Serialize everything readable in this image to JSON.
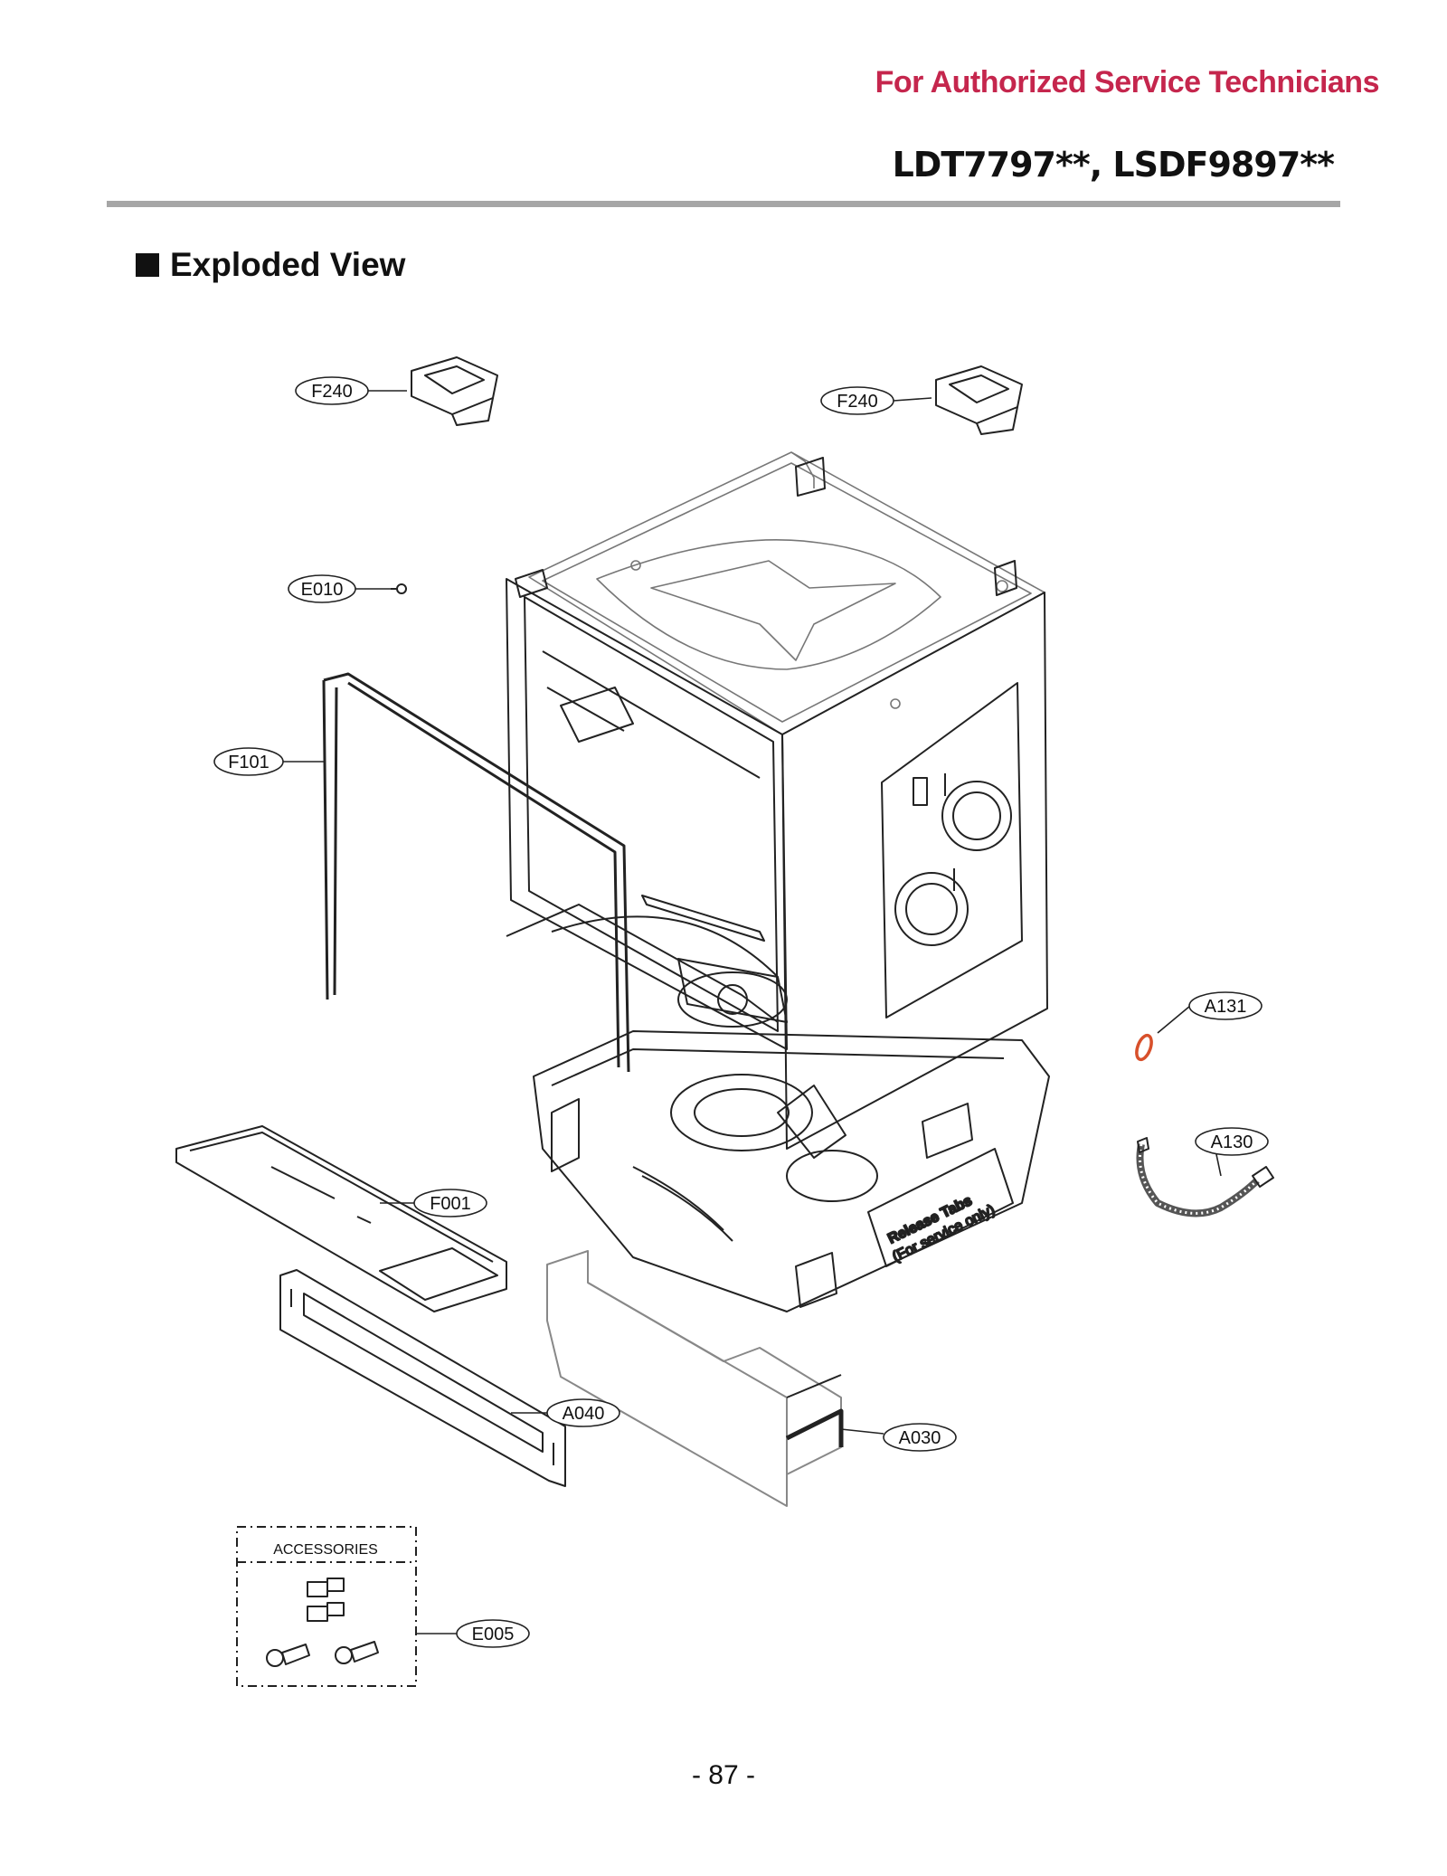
{
  "header": {
    "audience_note": "For Authorized Service Technicians",
    "model_numbers": "LDT7797**, LSDF9897**"
  },
  "section": {
    "title": "Exploded View"
  },
  "callouts": {
    "f240_left": "F240",
    "f240_right": "F240",
    "e010": "E010",
    "f101": "F101",
    "a131": "A131",
    "a130": "A130",
    "f001": "F001",
    "a040": "A040",
    "a030": "A030",
    "e005": "E005"
  },
  "diagram_labels": {
    "release_tabs": "Release Tabs",
    "for_service_only": "(For service only)"
  },
  "accessories": {
    "title": "ACCESSORIES"
  },
  "colors": {
    "brand_red": "#c5264d",
    "rule_gray": "#a6a6a6",
    "oring_orange": "#d8502b"
  },
  "footer": {
    "page_number": "- 87 -"
  }
}
